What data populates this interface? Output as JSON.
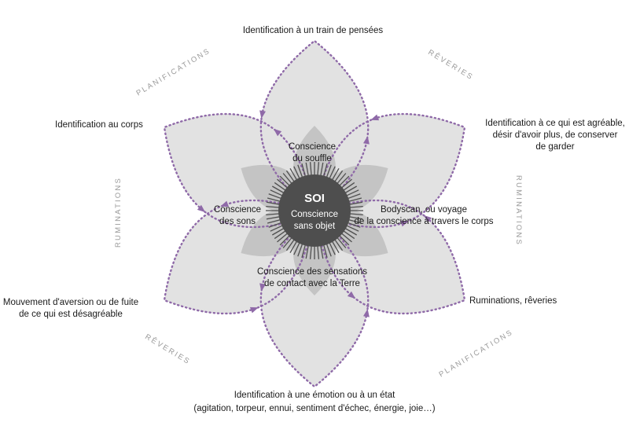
{
  "colors": {
    "petal_fill": "#e2e2e2",
    "inner_petal_fill": "#b9b9b9",
    "dotted_line": "#8f6aa8",
    "arrow": "#8f6aa8",
    "center_disc": "#4e4e4e",
    "center_text": "#ffffff",
    "label_text": "#1a1a1a",
    "ring_text": "#9a9a9a"
  },
  "center": {
    "title": "SOI",
    "line1": "Conscience",
    "line2": "sans objet"
  },
  "inner_labels": {
    "souffle": [
      "Conscience",
      "du souffle"
    ],
    "sons": [
      "Conscience",
      "des sons"
    ],
    "bodyscan": [
      "Bodyscan, ou voyage",
      "de la conscience à travers le corps"
    ],
    "terre": [
      "Conscience des sensations",
      "de contact avec la Terre"
    ]
  },
  "outer_labels": {
    "top": [
      "Identification à un train de pensées"
    ],
    "upper_left": [
      "Identification au corps"
    ],
    "upper_right": [
      "Identification à ce qui est agréable,",
      "désir d'avoir plus, de conserver",
      "de garder"
    ],
    "lower_left": [
      "Mouvement d'aversion ou de fuite",
      "de ce qui est désagréable"
    ],
    "lower_right": [
      "Ruminations, rêveries"
    ],
    "bottom": [
      "Identification à une émotion ou à un état",
      "(agitation, torpeur, ennui, sentiment d'échec, énergie, joie…)"
    ]
  },
  "ring_labels": {
    "top_left": "PLANIFICATIONS",
    "top_right": "RÊVERIES",
    "right": "RUMINATIONS",
    "left": "RUMINATIONS",
    "bottom_left": "RÊVERIES",
    "bottom_right": "PLANIFICATIONS"
  }
}
